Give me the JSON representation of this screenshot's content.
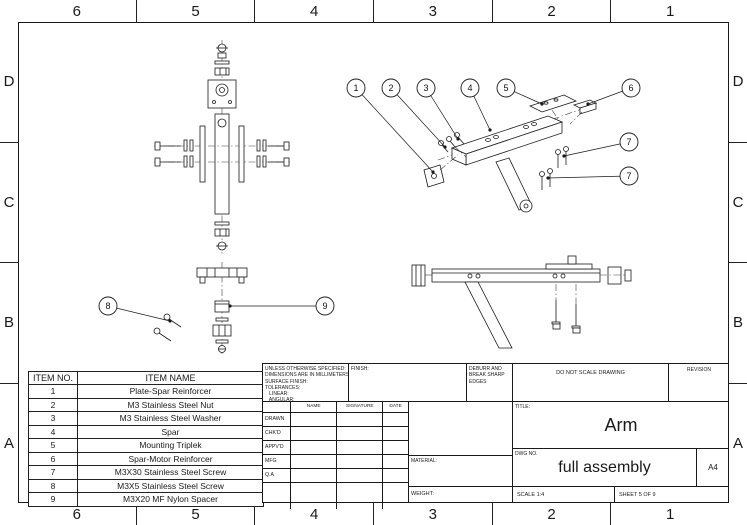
{
  "sheet": {
    "ink": "#1a1a1a",
    "zones": {
      "top": [
        "6",
        "5",
        "4",
        "3",
        "2",
        "1"
      ],
      "bottom": [
        "6",
        "5",
        "4",
        "3",
        "2",
        "1"
      ],
      "left": [
        "D",
        "C",
        "B",
        "A"
      ],
      "right": [
        "D",
        "C",
        "B",
        "A"
      ]
    }
  },
  "bom": {
    "headers": [
      "ITEM NO.",
      "ITEM NAME"
    ],
    "rows": [
      [
        "1",
        "Plate-Spar Reinforcer"
      ],
      [
        "2",
        "M3 Stainless Steel Nut"
      ],
      [
        "3",
        "M3 Stainless Steel Washer"
      ],
      [
        "4",
        "Spar"
      ],
      [
        "5",
        "Mounting Triplek"
      ],
      [
        "6",
        "Spar-Motor Reinforcer"
      ],
      [
        "7",
        "M3X30 Stainless Steel Screw"
      ],
      [
        "8",
        "M3X5 Stainless Steel Screw"
      ],
      [
        "9",
        "M3X20 MF Nylon Spacer"
      ]
    ]
  },
  "balloons": [
    "1",
    "2",
    "3",
    "4",
    "5",
    "6",
    "7",
    "7",
    "8",
    "9"
  ],
  "titleblock": {
    "spec_lines": "UNLESS OTHERWISE SPECIFIED:\nDIMENSIONS ARE IN MILLIMETERS\nSURFACE FINISH:\nTOLERANCES:\n   LINEAR:\n   ANGULAR:",
    "finish_label": "FINISH:",
    "deburr_note": "DEBURR AND\nBREAK SHARP\nEDGES",
    "do_not_scale": "DO NOT SCALE DRAWING",
    "revision_label": "REVISION",
    "name_header": "NAME",
    "signature_header": "SIGNATURE",
    "date_header": "DATE",
    "row_labels": [
      "DRAWN",
      "CHK'D",
      "APPV'D",
      "MFG",
      "Q.A"
    ],
    "title_label": "TITLE:",
    "title_value": "Arm",
    "material_label": "MATERIAL:",
    "dwg_no_label": "DWG NO.",
    "dwg_no_value": "full assembly",
    "size_value": "A4",
    "weight_label": "WEIGHT:",
    "scale_text": "SCALE 1:4",
    "sheet_text": "SHEET 5 OF 9"
  }
}
